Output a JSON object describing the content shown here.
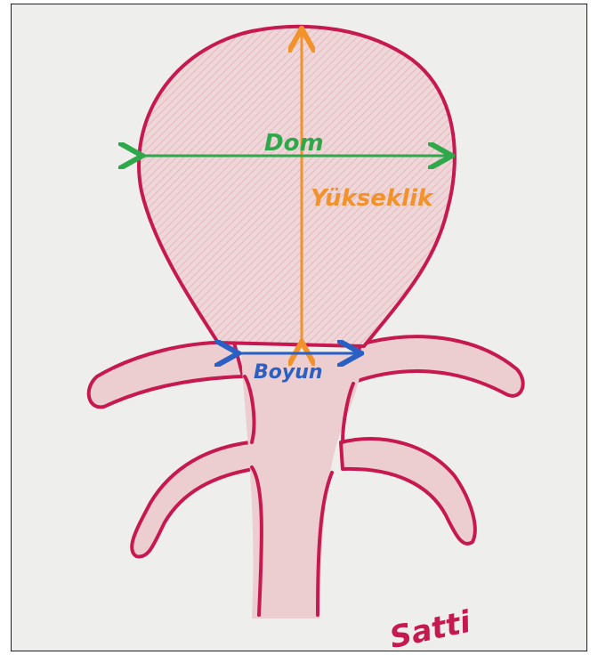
{
  "labels": {
    "dome": "Dom",
    "height": "Yükseklik",
    "neck": "Boyun",
    "signature": "Satti"
  },
  "colors": {
    "background": "#eeeeec",
    "outline": "#c6194f",
    "fill": "#eccdd0",
    "dome_arrow": "#2ea84a",
    "height_arrow": "#f2922b",
    "neck_arrow": "#2a5fc4"
  }
}
